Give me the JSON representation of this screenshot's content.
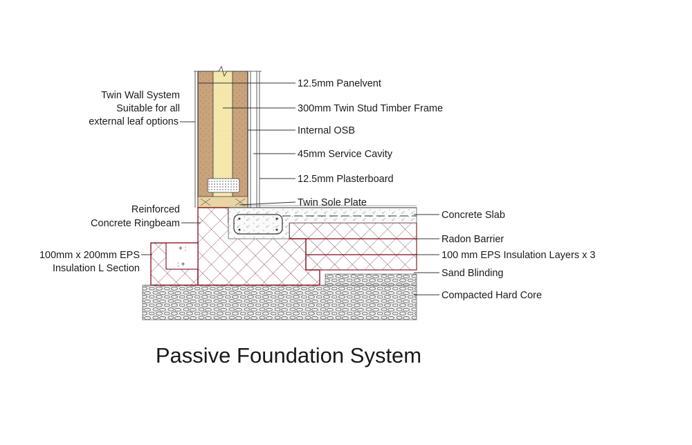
{
  "title": "Passive Foundation System",
  "labels_left": {
    "twin_wall_1": "Twin Wall System",
    "twin_wall_2": "Suitable for all",
    "twin_wall_3": "external leaf options",
    "ringbeam_1": "Reinforced",
    "ringbeam_2": "Concrete Ringbeam",
    "eps_l_1": "100mm x 200mm EPS",
    "eps_l_2": "Insulation L Section"
  },
  "labels_right": {
    "panelvent": "12.5mm Panelvent",
    "timber_frame": "300mm Twin Stud Timber Frame",
    "internal_osb": "Internal OSB",
    "service_cavity": "45mm Service Cavity",
    "plasterboard": "12.5mm Plasterboard",
    "sole_plate": "Twin Sole Plate",
    "concrete_slab": "Concrete Slab",
    "radon_barrier": "Radon Barrier",
    "eps_layers": "100 mm EPS Insulation Layers x 3",
    "sand_blinding": "Sand Blinding",
    "hard_core": "Compacted Hard Core"
  },
  "colors": {
    "timber": "#c8a27a",
    "insulation": "#f3e6a8",
    "eps_outline": "#8b1a2b",
    "hatch": "#7a2a35",
    "line": "#333333"
  }
}
